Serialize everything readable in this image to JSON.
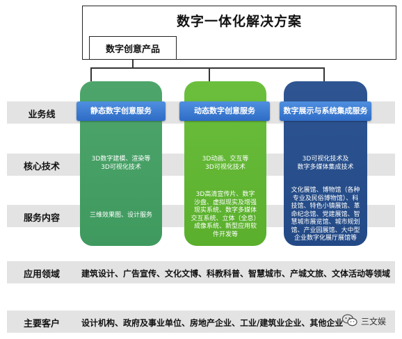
{
  "title": "数字一体化解决方案",
  "product": "数字创意产品",
  "rows": {
    "business_line": "业务线",
    "core_tech": "核心技术",
    "service": "服务内容",
    "application": "应用领域",
    "customers": "主要客户"
  },
  "columns": [
    {
      "header": "静态数字创意服务",
      "tech": [
        "3D数字建模、渲染等",
        "3D可视化技术"
      ],
      "service": [
        "三维效果图、设计服务"
      ]
    },
    {
      "header": "动态数字创意服务",
      "tech": [
        "3D动画、交互等",
        "3D可视化技术"
      ],
      "service": [
        "3D高清宣传片、数字",
        "沙盘、虚拟现实及增强",
        "现实系统、数字多媒体",
        "交互系统、立体（全息）",
        "成像系统、新型应用软",
        "件开发等"
      ]
    },
    {
      "header": "数字展示与系统集成服务",
      "tech": [
        "3D可视化技术及",
        "数字多媒体集成技术"
      ],
      "service": [
        "文化展馆、博物馆（各种",
        "专业及民俗博物馆）、科",
        "技馆、特色小镇展馆、革",
        "命纪念馆、党建展馆、智",
        "慧城市展览馆、城市规划",
        "馆、产业园展馆、大中型",
        "企业数字化展厅展馆等"
      ]
    }
  ],
  "application_text": "建筑设计、广告宣传、文化文博、科教科普、智慧城市、产城文旅、文体活动等领域",
  "customers_text": "设计机构、政府及事业单位、房地产企业、工业/建筑业企业、其他企业",
  "watermark": "三文娱",
  "colors": {
    "band": "#e3e3e3",
    "green1": "#45a064",
    "green2": "#62b835",
    "blue": "#284f8c",
    "header_blue": "#3a7bd5"
  }
}
